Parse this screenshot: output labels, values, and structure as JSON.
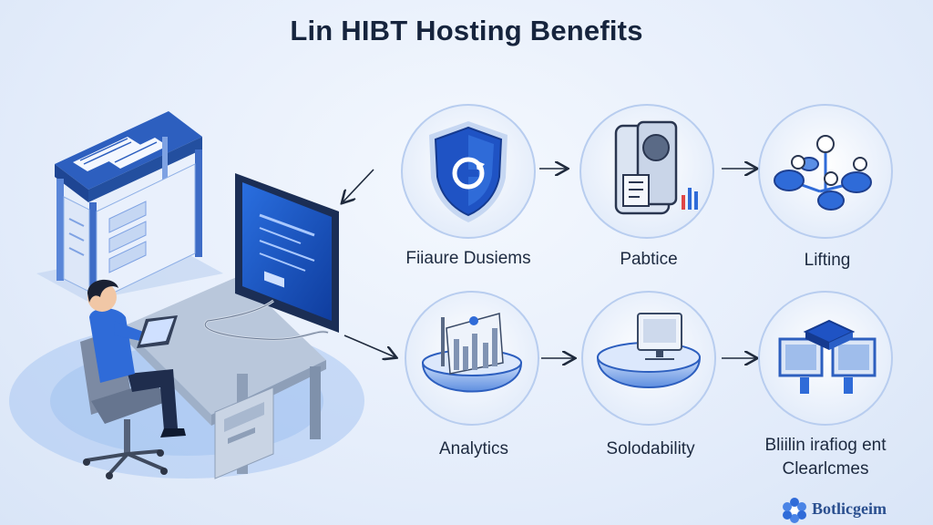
{
  "title": "Lin HIBT Hosting Benefits",
  "benefits": [
    {
      "label": "Fiiaure Dusiems",
      "icon": "shield-icon"
    },
    {
      "label": "Pabtice",
      "icon": "server-device-icon"
    },
    {
      "label": "Lifting",
      "icon": "network-nodes-icon"
    },
    {
      "label": "Analytics",
      "icon": "analytics-bowl-icon"
    },
    {
      "label": "Solodability",
      "icon": "monitor-bowl-icon"
    },
    {
      "label": "Bliilin irafiog ent Clearlcmes",
      "line1": "Bliilin irafiog ent",
      "line2": "Clearlcmes",
      "icon": "cloud-platform-icon"
    }
  ],
  "logo": {
    "text": "Botlicgeim",
    "icon": "logo-flower-icon"
  },
  "colors": {
    "accent": "#2f6bd8",
    "dark_blue": "#1e3f8f",
    "light_blue": "#bcd2f4",
    "text": "#16243d"
  }
}
